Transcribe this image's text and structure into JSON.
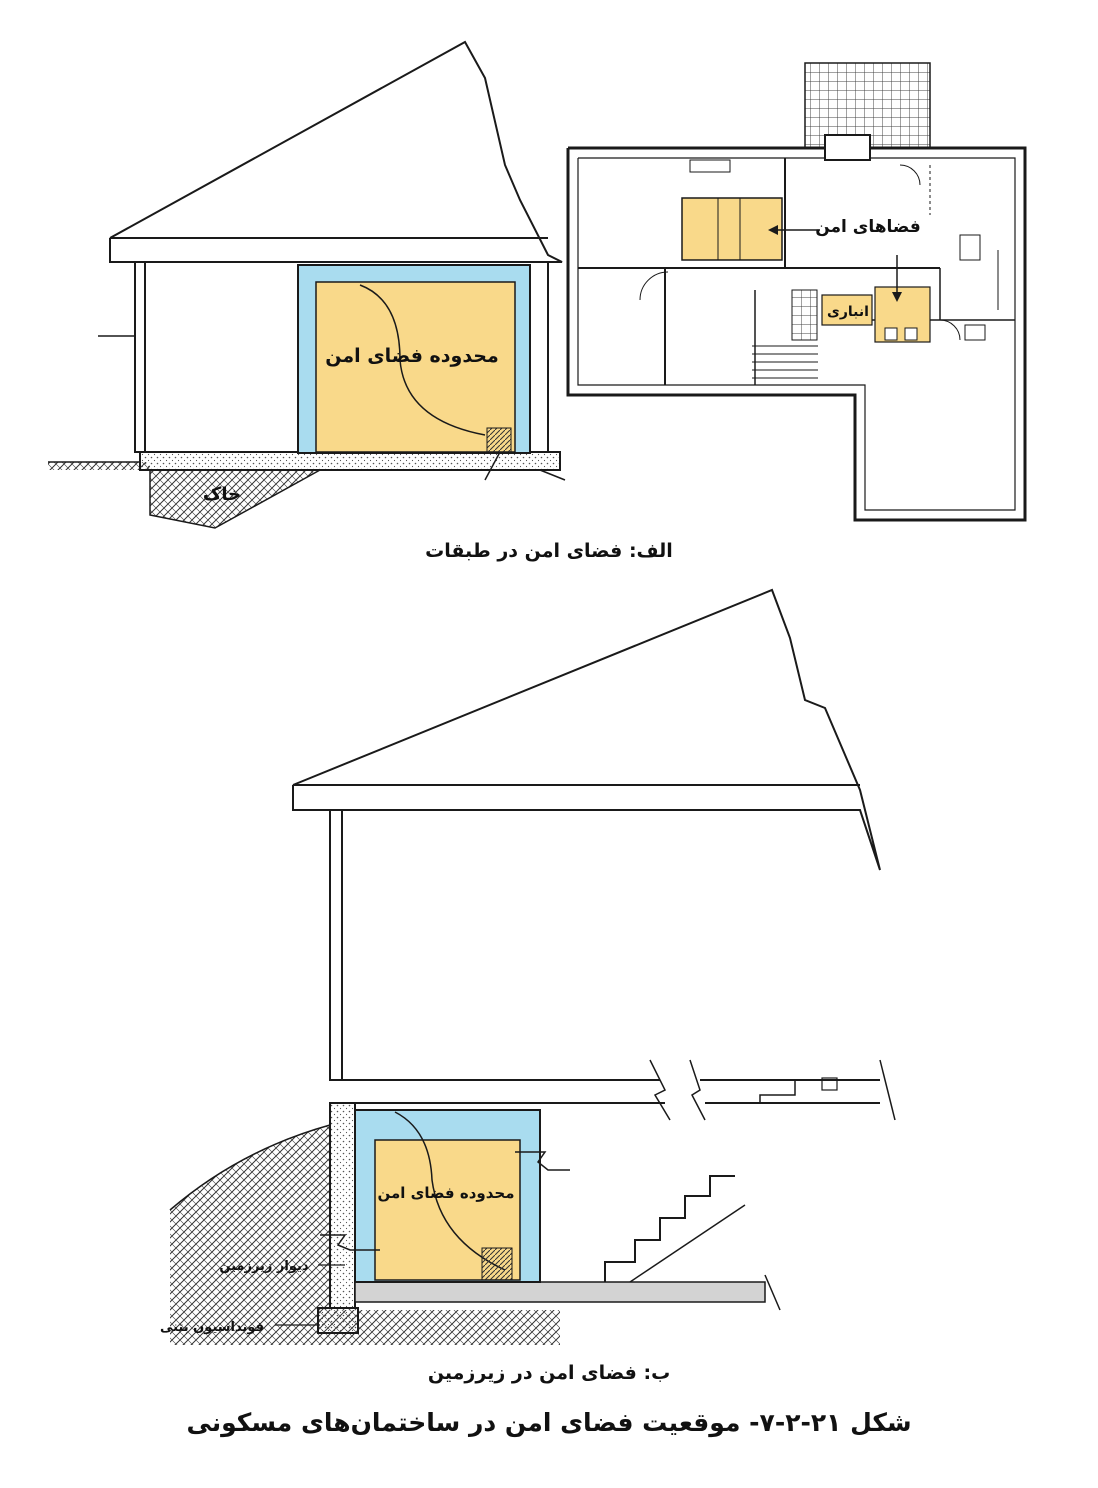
{
  "labels": {
    "safe_zone_a": "محدوده فضای امن",
    "soil": "خاک",
    "safe_spaces": "فضاهای امن",
    "storage": "انباری",
    "safe_zone_b": "محدوده فضای امن",
    "basement_wall": "دیوار زیرزمین",
    "concrete_foundation": "فونداسیون بتنی"
  },
  "captions": {
    "part_a": "الف: فضای امن در طبقات",
    "part_b": "ب: فضای امن در زیرزمین",
    "figure": "شکل ۲۱-۲-۷- موقعیت فضای امن در ساختمان‌های مسکونی"
  },
  "colors": {
    "safe_zone_fill": "#f9d98a",
    "safe_zone_border": "#a9dcef",
    "line": "#1a1a1a",
    "slab_gray": "#d3d3d3"
  }
}
